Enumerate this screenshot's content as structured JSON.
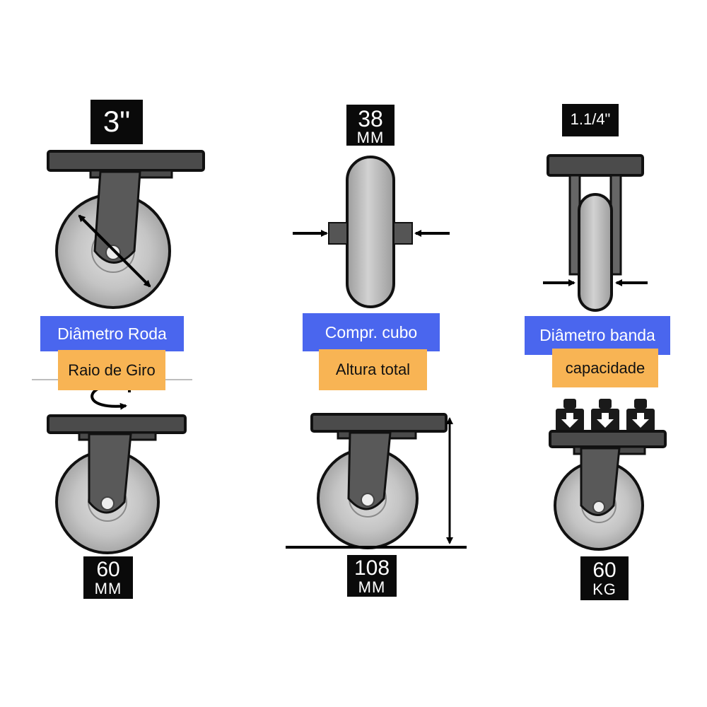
{
  "columns": [
    {
      "top_value": "3\"",
      "property_label": "Diâmetro Roda",
      "secondary_label": "Raio de Giro",
      "bottom_value": "60",
      "bottom_unit": "MM"
    },
    {
      "top_value": "38",
      "top_unit": "MM",
      "property_label": "Compr. cubo",
      "secondary_label": "Altura total",
      "bottom_value": "108",
      "bottom_unit": "MM"
    },
    {
      "top_value": "1.1/4\"",
      "property_label": "Diâmetro banda",
      "secondary_label": "capacidade",
      "bottom_value": "60",
      "bottom_unit": "KG"
    }
  ],
  "colors": {
    "label_blue": "#4a66ee",
    "label_orange": "#f8b454",
    "value_box": "#0a0a0a",
    "caster_plate": "#4b4b4b",
    "wheel": "#b9b9b9"
  }
}
